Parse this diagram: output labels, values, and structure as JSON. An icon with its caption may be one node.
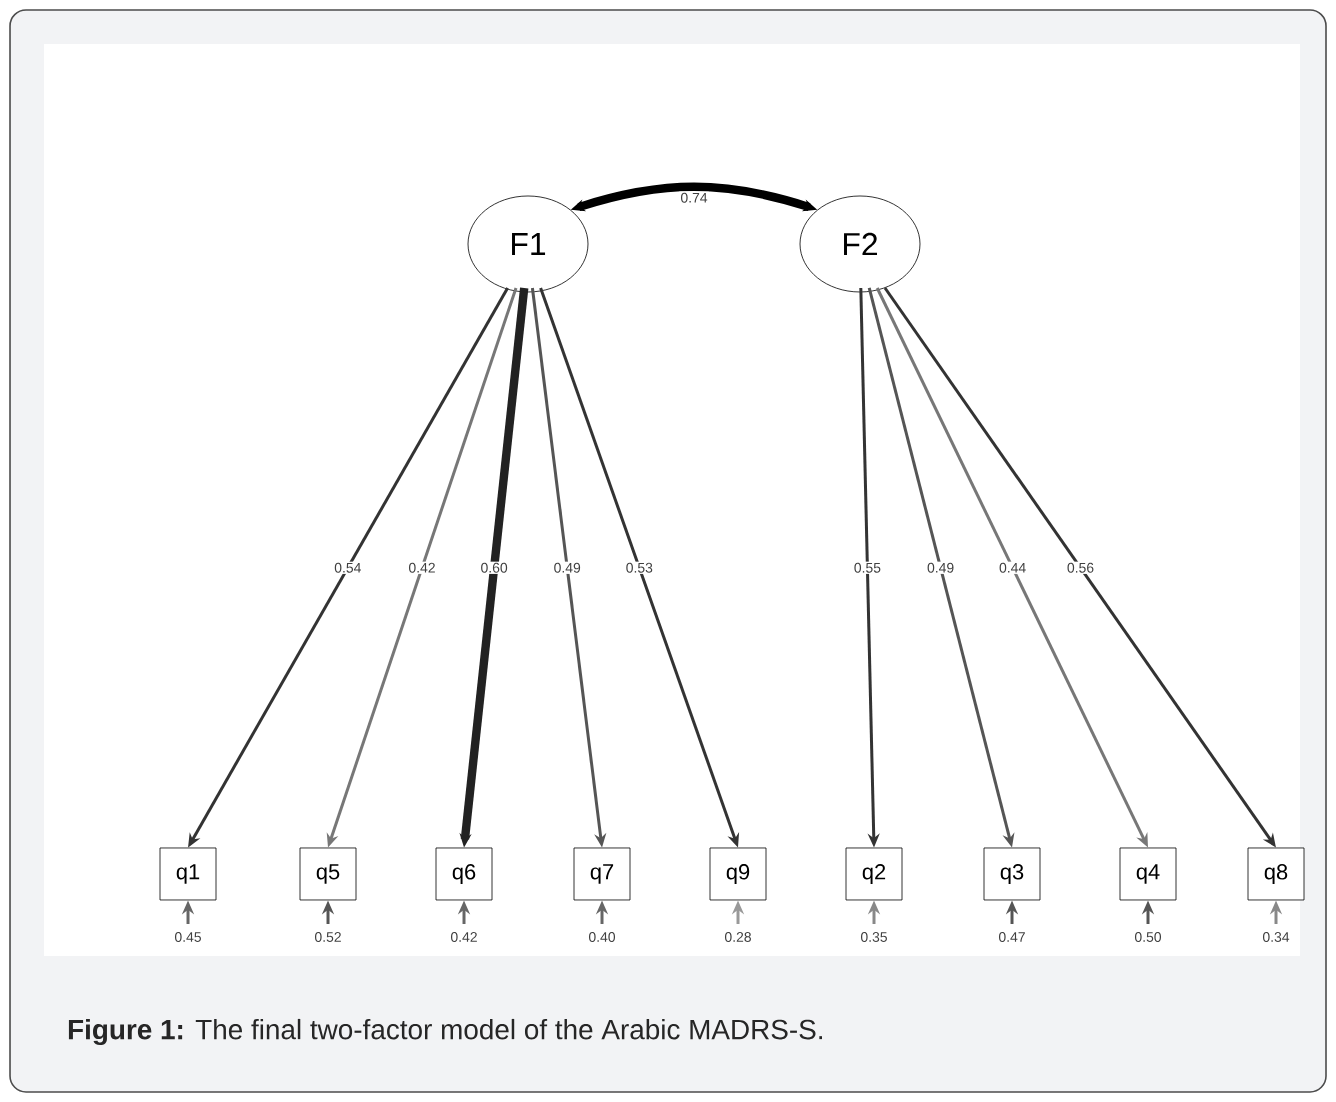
{
  "diagram": {
    "caption": "**Figure 1:** The final two-factor model of the Arabic MADRS-S.",
    "nodes": [
      {
        "text": [
          "F1"
        ]
      },
      {
        "text": [
          "F2"
        ]
      },
      {
        "text": [
          "q1"
        ]
      },
      {
        "text": [
          "q5"
        ]
      },
      {
        "text": [
          "q6"
        ]
      },
      {
        "text": [
          "q7"
        ]
      },
      {
        "text": [
          "q9"
        ]
      },
      {
        "text": [
          "q2"
        ]
      },
      {
        "text": [
          "q3"
        ]
      },
      {
        "text": [
          "q4"
        ]
      },
      {
        "text": [
          "q8"
        ]
      }
    ],
    "edges": [
      {
        "from": 0,
        "to": 1,
        "arrow": "both",
        "label": "0.74",
        "style": "thick",
        "color": "#000000"
      },
      {
        "from": 0,
        "to": 2,
        "arrow": "to",
        "label": "0.54"
      },
      {
        "from": 0,
        "to": 3,
        "arrow": "to",
        "label": "0.42",
        "color": "#777777"
      },
      {
        "from": 0,
        "to": 4,
        "arrow": "to",
        "label": "0.60",
        "style": "thick",
        "color": "#222222"
      },
      {
        "from": 0,
        "to": 5,
        "arrow": "to",
        "label": "0.49",
        "color": "#555555"
      },
      {
        "from": 0,
        "to": 6,
        "arrow": "to",
        "label": "0.53"
      },
      {
        "from": 1,
        "to": 7,
        "arrow": "to",
        "label": "0.55"
      },
      {
        "from": 1,
        "to": 8,
        "arrow": "to",
        "label": "0.49",
        "color": "#555555"
      },
      {
        "from": 1,
        "to": 9,
        "arrow": "to",
        "label": "0.44",
        "color": "#777777"
      },
      {
        "from": 1,
        "to": 10,
        "arrow": "to",
        "label": "0.56"
      },
      {
        "from": null,
        "to": 2,
        "arrow": "to",
        "label": "0.45",
        "color": "#666666"
      },
      {
        "from": null,
        "to": 3,
        "arrow": "to",
        "label": "0.52",
        "color": "#555555"
      },
      {
        "from": null,
        "to": 4,
        "arrow": "to",
        "label": "0.42",
        "color": "#666666"
      },
      {
        "from": null,
        "to": 5,
        "arrow": "to",
        "label": "0.40",
        "color": "#666666"
      },
      {
        "from": null,
        "to": 6,
        "arrow": "to",
        "label": "0.28",
        "color": "#999999"
      },
      {
        "from": null,
        "to": 7,
        "arrow": "to",
        "label": "0.35",
        "color": "#888888"
      },
      {
        "from": null,
        "to": 8,
        "arrow": "to",
        "label": "0.47",
        "color": "#555555"
      },
      {
        "from": null,
        "to": 9,
        "arrow": "to",
        "label": "0.50",
        "color": "#555555"
      },
      {
        "from": null,
        "to": 10,
        "arrow": "to",
        "label": "0.34",
        "color": "#888888"
      }
    ]
  }
}
